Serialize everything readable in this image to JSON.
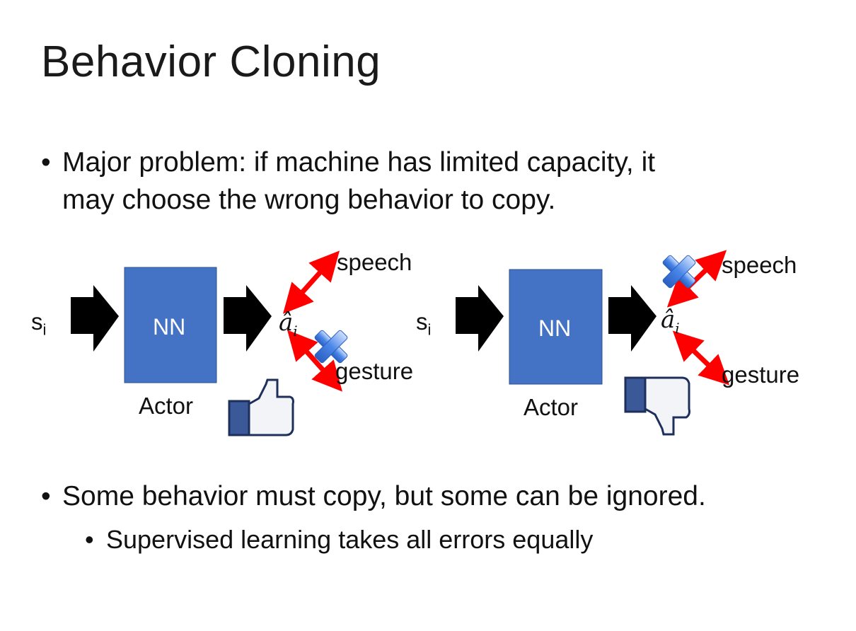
{
  "slide": {
    "title": "Behavior Cloning",
    "bullets": [
      {
        "line1": "Major problem: if machine has limited capacity, it",
        "line2": "may choose the wrong behavior to copy."
      },
      {
        "text": "Some behavior must copy, but some can be ignored.",
        "sub": [
          "Supervised learning takes all errors equally"
        ]
      }
    ],
    "bullet_glyph": "•"
  },
  "diagrams": [
    {
      "input": "s",
      "input_sub": "i",
      "box": "NN",
      "box_label": "Actor",
      "output": "â",
      "output_sub": "i",
      "targets": [
        "speech",
        "gesture"
      ],
      "crossed": "gesture",
      "verdict_icon": "thumbs-up-icon"
    },
    {
      "input": "s",
      "input_sub": "i",
      "box": "NN",
      "box_label": "Actor",
      "output": "â",
      "output_sub": "i",
      "targets": [
        "speech",
        "gesture"
      ],
      "crossed": "speech",
      "verdict_icon": "thumbs-down-icon"
    }
  ],
  "colors": {
    "box": "#4472c4",
    "arrow": "#000000",
    "relation_arrow": "#ff0000",
    "cross": "#4a86e8",
    "thumb": "#3b5998"
  }
}
